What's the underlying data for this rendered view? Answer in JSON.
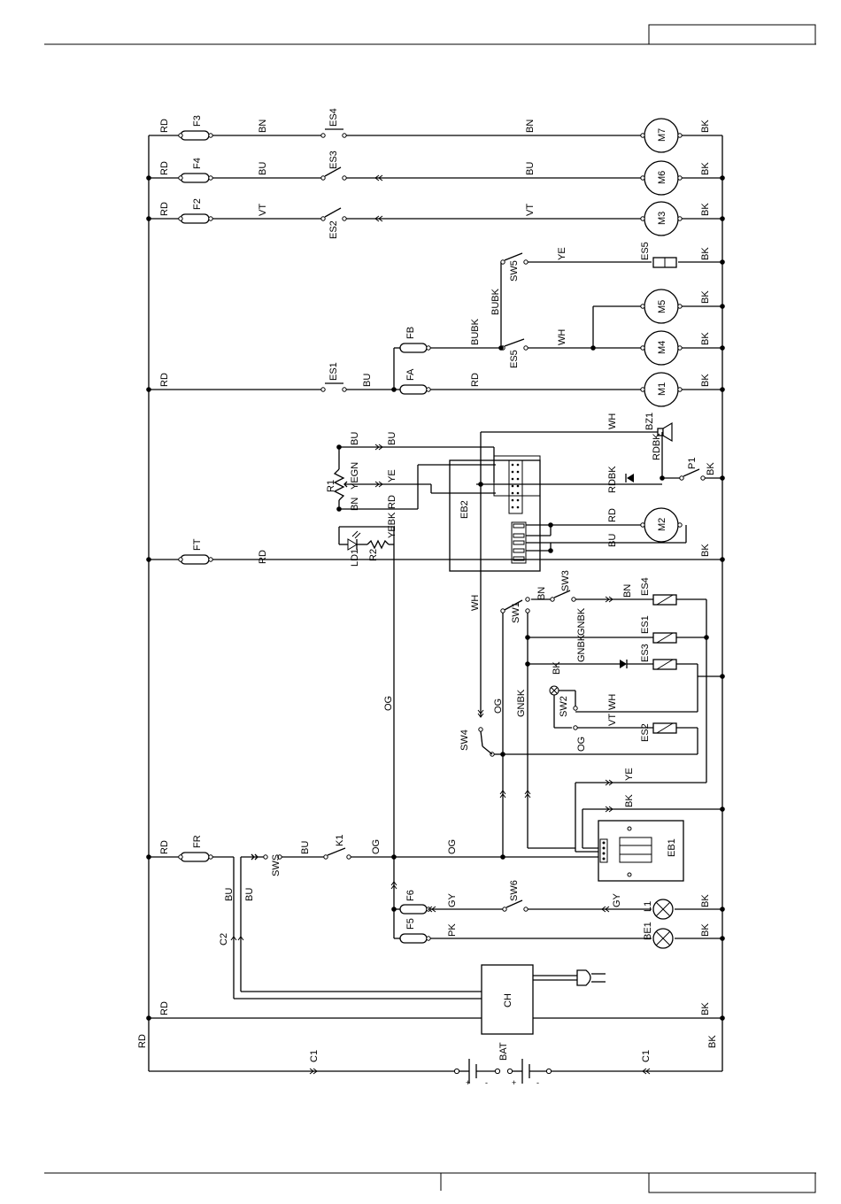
{
  "header": {
    "box_text": ""
  },
  "footer": {
    "box_text": ""
  },
  "components": {
    "F3": "F3",
    "F4": "F4",
    "F2": "F2",
    "FB": "FB",
    "FA": "FA",
    "FT": "FT",
    "FR": "FR",
    "F6": "F6",
    "F5": "F5",
    "ES4": "ES4",
    "ES3": "ES3",
    "ES2": "ES2",
    "ES5": "ES5",
    "ES1": "ES1",
    "M7": "M7",
    "M6": "M6",
    "M3": "M3",
    "M5": "M5",
    "M4": "M4",
    "M1": "M1",
    "M2": "M2",
    "SW5": "SW5",
    "SW1": "SW1",
    "SW2": "SW2",
    "SW3": "SW3",
    "SW4": "SW4",
    "SW6": "SW6",
    "SWS": "SWS",
    "BZ1": "BZ1",
    "P1": "P1",
    "R1": "R1",
    "R2": "R2",
    "LD1": "LD1",
    "EB2": "EB2",
    "EB1": "EB1",
    "K1": "K1",
    "L1": "L1",
    "BE1": "BE1",
    "C2": "C2",
    "CH": "CH",
    "BAT": "BAT",
    "C1": "C1"
  },
  "wires": {
    "RD": "RD",
    "BN": "BN",
    "BU": "BU",
    "VT": "VT",
    "BK": "BK",
    "YE": "YE",
    "BUBK": "BUBK",
    "WH": "WH",
    "RDBK": "RDBK",
    "YEGN": "YEGN",
    "YEBK": "YEBK",
    "OG": "OG",
    "GNBK": "GNBK",
    "GY": "GY",
    "PK": "PK"
  },
  "polarity": {
    "plus": "+",
    "minus": "-"
  }
}
